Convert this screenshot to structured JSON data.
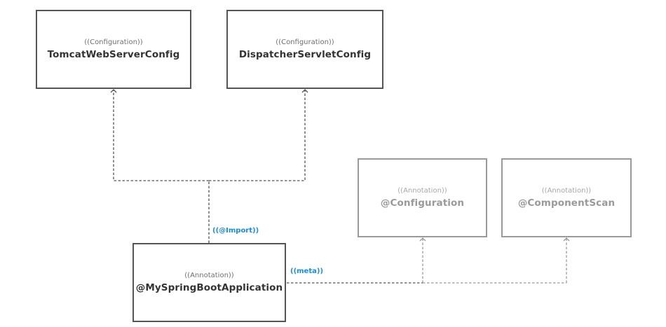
{
  "nodes": {
    "tomcat": {
      "stereotype": "((Configuration))",
      "name": "TomcatWebServerConfig"
    },
    "dispatch": {
      "stereotype": "((Configuration))",
      "name": "DispatcherServletConfig"
    },
    "app": {
      "stereotype": "((Annotation))",
      "name": "@MySpringBootApplication"
    },
    "config": {
      "stereotype": "((Annotation))",
      "name": "@Configuration"
    },
    "cscan": {
      "stereotype": "((Annotation))",
      "name": "@ComponentScan"
    }
  },
  "edge_labels": {
    "import": "((@Import))",
    "meta": "((meta))"
  },
  "colors": {
    "dark_border": "#555555",
    "light_border": "#9a9a9a",
    "label_blue": "#1a8ee0"
  }
}
